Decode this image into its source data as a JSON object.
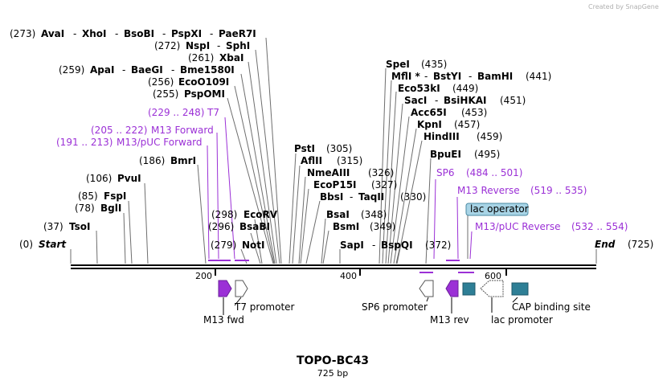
{
  "credit": "Created by  SnapGene",
  "title": "TOPO-BC43",
  "length_label": "725 bp",
  "site_rows": [
    [
      "(273)",
      "AvaI",
      "-",
      "XhoI",
      "-",
      "BsoBI",
      "-",
      "PspXI",
      "-",
      "PaeR7I"
    ],
    [
      "(272)",
      "NspI",
      "-",
      "SphI"
    ],
    [
      "(261)",
      "XbaI"
    ],
    [
      "(259)",
      "ApaI",
      "-",
      "BaeGI",
      "-",
      "Bme1580I"
    ],
    [
      "(256)",
      "EcoO109I"
    ],
    [
      "(255)",
      "PspOMI"
    ],
    [
      "(186)",
      "BmrI"
    ],
    [
      "(106)",
      "PvuI"
    ],
    [
      "(85)",
      "FspI"
    ],
    [
      "(78)",
      "BglI"
    ],
    [
      "(37)",
      "TsoI"
    ],
    [
      "(0)",
      "Start"
    ],
    [
      "(298)",
      "EcoRV"
    ],
    [
      "(296)",
      "BsaBI"
    ],
    [
      "(279)",
      "NotI"
    ],
    [
      "PstI",
      "(305)"
    ],
    [
      "AflII",
      "(315)"
    ],
    [
      "NmeAIII",
      "(326)"
    ],
    [
      "EcoP15I",
      "(327)"
    ],
    [
      "BbsI",
      "-",
      "TaqII",
      "(330)"
    ],
    [
      "BsaI",
      "(348)"
    ],
    [
      "BsmI",
      "(349)"
    ],
    [
      "SapI",
      "-",
      "BspQI",
      "(372)"
    ],
    [
      "SpeI",
      "(435)"
    ],
    [
      "MflI *",
      "-",
      "BstYI",
      "-",
      "BamHI",
      "(441)"
    ],
    [
      "Eco53kI",
      "(449)"
    ],
    [
      "SacI",
      "-",
      "BsiHKAI",
      "(451)"
    ],
    [
      "Acc65I",
      "(453)"
    ],
    [
      "KpnI",
      "(457)"
    ],
    [
      "HindIII",
      "(459)"
    ],
    [
      "BpuEI",
      "(495)"
    ],
    [
      "End",
      "(725)"
    ]
  ],
  "primer_labels": [
    [
      "(229 .. 248)",
      "T7"
    ],
    [
      "(205 .. 222)",
      "M13 Forward"
    ],
    [
      "(191 .. 213)",
      "M13/pUC Forward"
    ],
    [
      "SP6",
      "(484 .. 501)"
    ],
    [
      "M13 Reverse",
      "(519 .. 535)"
    ],
    [
      "M13/pUC Reverse",
      "(532 .. 554)"
    ]
  ],
  "lac_operator": "lac operator",
  "ticks": [
    "200",
    "400",
    "600"
  ],
  "features": [
    "T7 promoter",
    "M13 fwd",
    "SP6 promoter",
    "M13 rev",
    "lac promoter",
    "CAP binding site"
  ],
  "colors": {
    "primer": "#9b30d6",
    "misc_feature": "#2e7f96",
    "operator_fill": "#a8d4e6",
    "promoter_outline": "#555555"
  }
}
